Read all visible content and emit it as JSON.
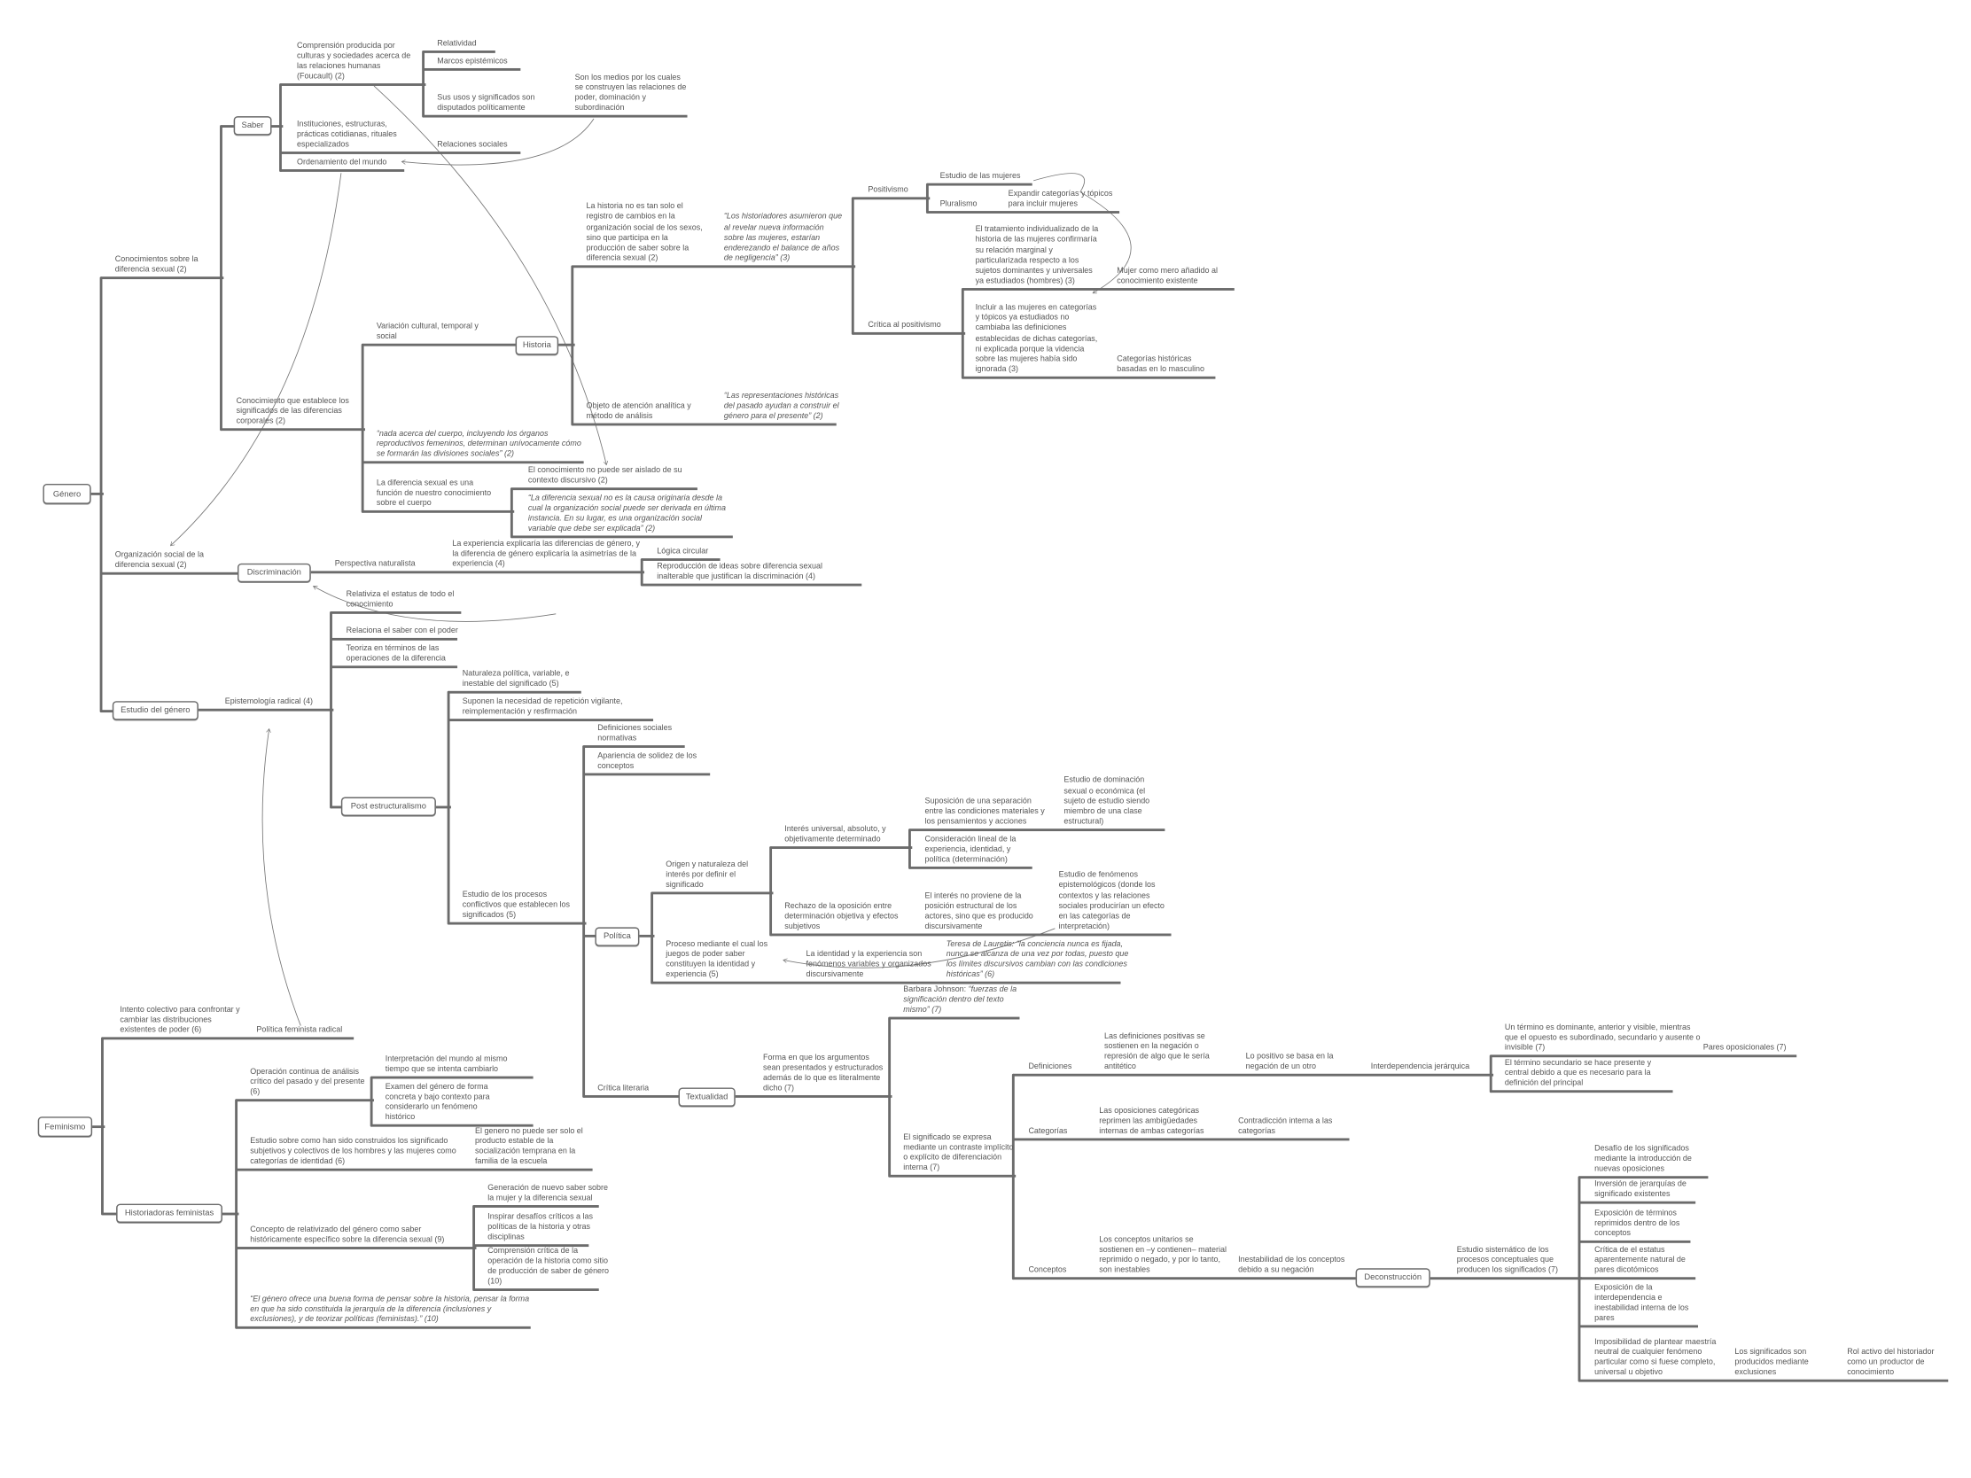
{
  "genero": {
    "root": "Género",
    "conocimientos": "Conocimientos sobre la diferencia sexual (2)",
    "saber": {
      "label": "Saber",
      "comprension": "Comprensión producida por culturas y sociedades acerca de las relaciones humanas (Foucault) (2)",
      "relatividad": "Relatividad",
      "marcos": "Marcos epistémicos",
      "usos": "Sus usos y significados son disputados políticamente",
      "medios": "Son los medios por los cuales se construyen las relaciones de poder, dominación y subordinación",
      "instituciones": "Instituciones, estructuras, prácticas cotidianas, rituales especializados",
      "relaciones": "Relaciones sociales",
      "ordenamiento": "Ordenamiento del mundo"
    },
    "corporales": {
      "label": "Conocimiento que establece los significados de las diferencias corporales (2)",
      "variacion": "Variación cultural, temporal y social",
      "quote": "“nada acerca del cuerpo, incluyendo los órganos reproductivos femeninos, determinan unívocamente cómo se formarán las divisiones sociales” (2)",
      "funcion": "La diferencia sexual es una función de nuestro conocimiento sobre el cuerpo",
      "aislado": "El conocimiento no puede ser aislado de su contexto discursivo (2)",
      "quote2": "“La diferencia sexual no es la causa originaria desde la cual la organización social puede ser derivada en última instancia. En su lugar, es una organización social variable que debe ser explicada” (2)"
    },
    "historia": {
      "label": "Historia",
      "registro": "La historia no es tan solo el registro de cambios en la organización social de los sexos, sino que participa en la producción de saber sobre la diferencia sexual (2)",
      "quote": "“Los historiadores asumieron que al revelar nueva información sobre las mujeres, estarían enderezando el balance de años de negligencia” (3)",
      "objeto": "Objeto de atención analítica y método de análisis",
      "quote2": "“Las representaciones históricas del pasado ayudan a construir el género para el presente” (2)",
      "positivismo": "Positivismo",
      "estudio_mujeres": "Estudio de las mujeres",
      "pluralismo": "Pluralismo",
      "expandir": "Expandir categorías y tópicos para incluir mujeres",
      "critica": "Crítica al positivismo",
      "tratamiento": "El tratamiento individualizado de la historia de las mujeres confirmaría su relación marginal y particularizada respecto a los sujetos dominantes y universales ya estudiados (hombres) (3)",
      "mero": "Mujer como mero añadido al conocimiento existente",
      "incluir": "Incluir a las mujeres en categorías y tópicos ya estudiados no cambiaba las definiciones establecidas de dichas categorías, ni explicada porque la videncia sobre las mujeres había sido ignorada (3)",
      "masculino": "Categorías históricas basadas en lo masculino"
    },
    "organizacion": {
      "label": "Organización social de la diferencia sexual (2)",
      "discriminacion": "Discriminación",
      "naturalista": "Perspectiva naturalista",
      "experiencia": "La experiencia explicaría las diferencias de género, y la diferencia de género explicaría la asimetrías de la experiencia (4)",
      "logica": "Lógica circular",
      "reproduccion": "Reproducción de ideas sobre diferencia sexual inalterable que justifican la discriminación (4)"
    },
    "estudio": {
      "label": "Estudio del género",
      "epistemologia": "Epistemología radical (4)",
      "relativiza": "Relativiza el estatus de todo el conocimiento",
      "relaciona": "Relaciona el saber con el poder",
      "teoriza": "Teoriza en términos de las operaciones de la diferencia",
      "post": "Post estructuralismo",
      "naturaleza": "Naturaleza política, variable, e inestable del significado (5)",
      "suponen": "Suponen la necesidad de repetición vigilante, reimplementación y resfirmación",
      "procesos": "Estudio de los procesos conflictivos que establecen los significados (5)",
      "definiciones_sociales": "Definiciones sociales normativas",
      "apariencia": "Apariencia de solidez de los conceptos",
      "critica_literaria": "Crítica literaria"
    },
    "politica": {
      "label": "Política",
      "origen": "Origen y naturaleza del interés por definir el significado",
      "proceso": "Proceso mediante el cual los juegos de poder saber constituyen la identidad y experiencia (5)",
      "identidad": "La identidad y la experiencia son fenómenos variables y organizados discursivamente",
      "lauretis": "Teresa de Lauretis: “la conciencia nunca es fijada, nunca se alcanza de una vez por todas, puesto que los límites discursivos cambian con las condiciones históricas” (6)",
      "interes": "Interés universal, absoluto, y objetivamente determinado",
      "suposicion": "Suposición de una separación entre las condiciones materiales y los pensamientos y acciones",
      "dominacion": "Estudio de dominación sexual o económica (el sujeto de estudio siendo miembro de una clase estructural)",
      "lineal": "Consideración lineal de la experiencia, identidad, y política (determinación)",
      "rechazo": "Rechazo de la oposición entre determinación objetiva y efectos subjetivos",
      "proviene": "El interés no proviene de la posición estructural de los actores, sino que es producido discursivamente",
      "epistemologicos": "Estudio de fenómenos epistemológicos (donde los contextos y las relaciones sociales producirían un efecto en las categorías de interpretación)"
    },
    "textualidad": {
      "label": "Textualidad",
      "forma": "Forma en que los argumentos sean presentados y estructurados además de lo que es literalmente dicho (7)",
      "johnson_author": "Barbara Johnson: ",
      "johnson_quote": "“fuerzas de la significación dentro del texto mismo” (7)",
      "significado": "El significado se expresa mediante un contraste implícito o explícito de diferenciación interna (7)",
      "definiciones": "Definiciones",
      "positivas": "Las definiciones positivas se sostienen en la negación o represión de algo que le sería antitético",
      "positivo": "Lo positivo se basa en la negación de un otro",
      "jerarquica": "Interdependencia jerárquica",
      "dominante": "Un término es dominante, anterior y visible, mientras que el opuesto es subordinado, secundario y ausente o invisible (7)",
      "pares": "Pares oposicionales (7)",
      "secundario": "El término secundario se hace presente y central debido a que es necesario para la definición del principal",
      "categorias": "Categorías",
      "oposiciones": "Las oposiciones categóricas reprimen las ambigüedades internas de ambas categorías",
      "contradiccion": "Contradicción interna a las categorías",
      "conceptos": "Conceptos",
      "unitarios": "Los conceptos unitarios se sostienen en –y contienen– material reprimido o negado, y por lo tanto, son inestables",
      "inestabilidad": "Inestabilidad de los conceptos debido a su negación",
      "deconstruccion": "Deconstrucción",
      "sistematico": "Estudio sistemático de los procesos conceptuales que producen los significados (7)",
      "desafio": "Desafío de los significados mediante la introducción de nuevas oposiciones",
      "inversion": "Inversión de jerarquías de significado existentes",
      "exposicion_terminos": "Exposición de términos reprimidos dentro de los conceptos",
      "critica_estatus": "Crítica de el estatus aparentemente natural de pares dicotómicos",
      "exposicion_interdependencia": "Exposición de la interdependencia e inestabilidad interna de los pares",
      "imposibilidad": "Imposibilidad de plantear maestría neutral de cualquier fenómeno particular como si fuese completo, universal u objetivo",
      "exclusiones": "Los significados son producidos mediante exclusiones",
      "rol": "Rol activo del historiador como un productor de conocimiento"
    }
  },
  "feminismo": {
    "root": "Feminismo",
    "intento": "Intento colectivo para confrontar y cambiar las distribuciones existentes de poder (6)",
    "politica_radical": "Política feminista radical",
    "historiadoras": "Historiadoras feministas",
    "operacion": "Operación continua de análisis crítico del pasado y del presente (6)",
    "interpretacion": "Interpretación del mundo al mismo tiempo que se intenta cambiarlo",
    "examen": "Examen del género de forma concreta y bajo contexto para considerarlo un fenómeno histórico",
    "estudio_significados": "Estudio sobre como han sido construidos los significado subjetivos y colectivos de los hombres y las mujeres como categorías de identidad (6)",
    "genero_solo": "El genero no puede ser solo el producto estable de la socialización temprana en la familia de la escuela",
    "concepto": "Concepto de relativizado del género como saber históricamente específico sobre la diferencia sexual (9)",
    "generacion": "Generación de nuevo saber sobre la mujer y la diferencia sexual",
    "inspirar": "Inspirar desafíos críticos a las políticas de la historia y otras disciplinas",
    "comprension": "Comprensión crítica de la operación de la historia como sitio de producción de saber de género (10)",
    "quote": "“El género ofrece una buena forma de pensar sobre la historia, pensar la forma en que ha sido constituida la jerarquía de la diferencia (inclusiones y exclusiones), y de teorizar políticas (feministas).” (10)"
  },
  "colors": {
    "line": "#6b6b6b",
    "text": "#555555",
    "background": "#ffffff"
  }
}
